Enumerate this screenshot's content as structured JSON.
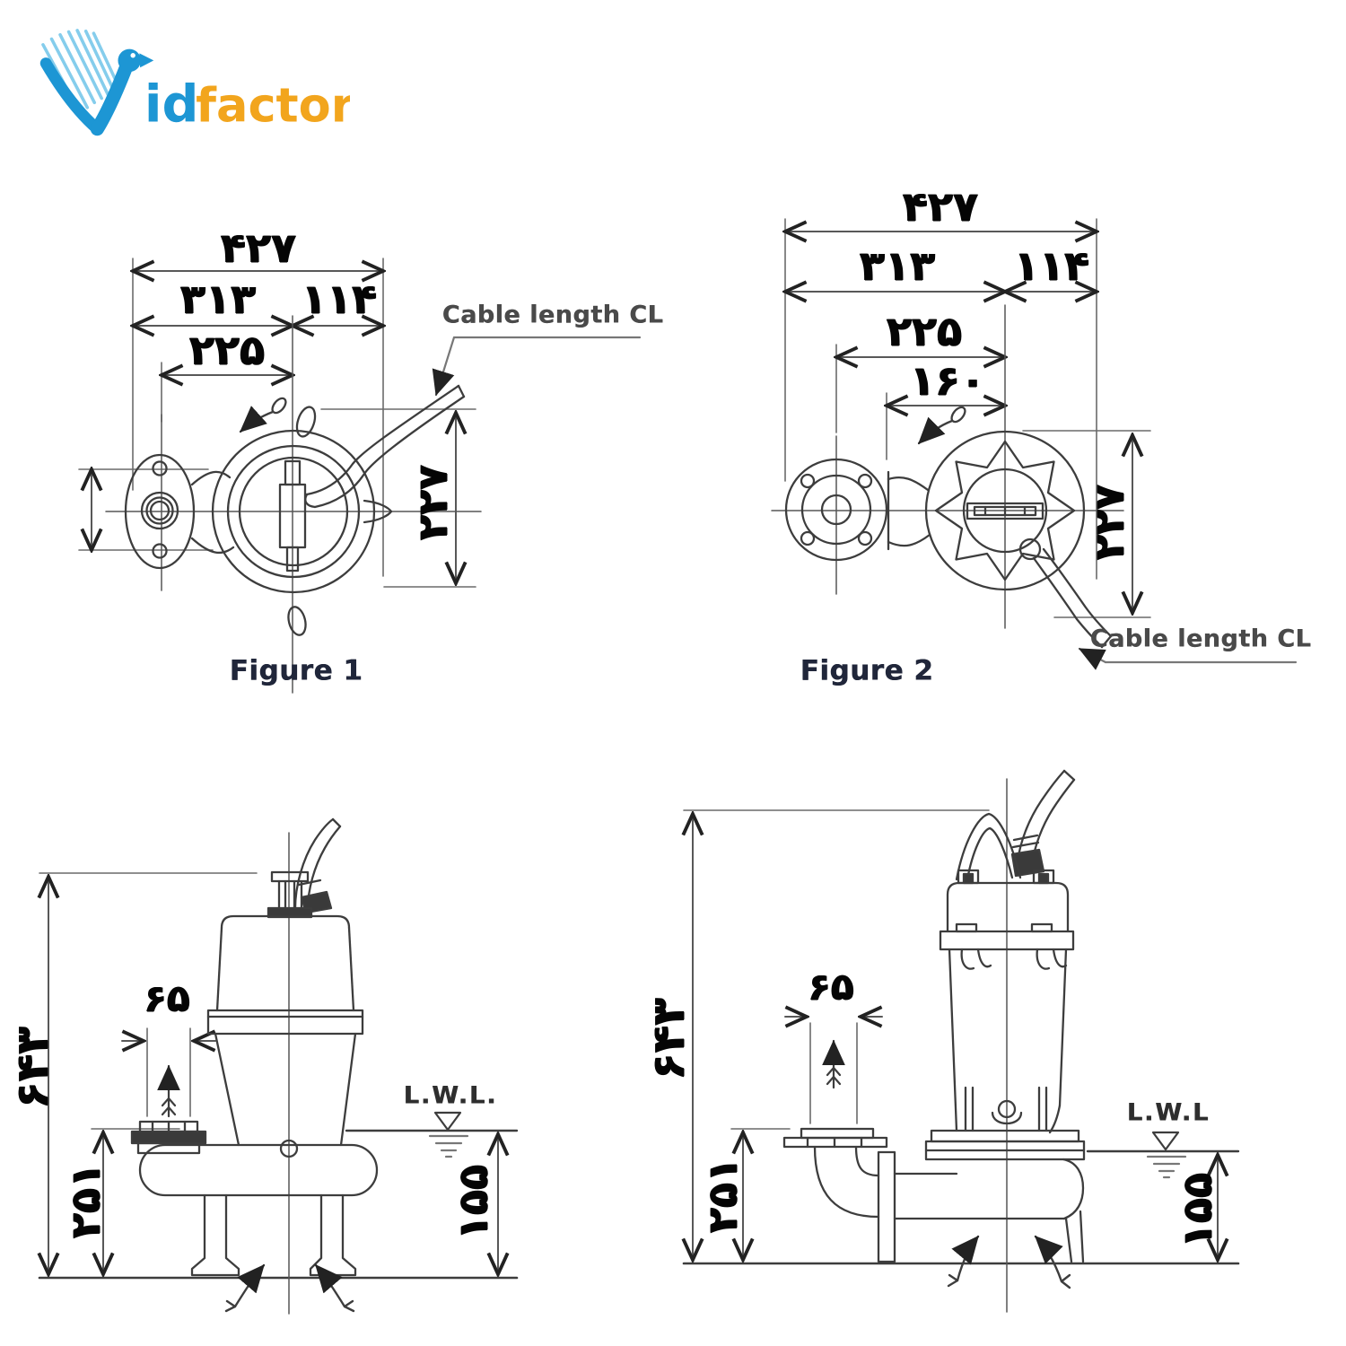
{
  "logo": {
    "vid": "id",
    "factor": "factor",
    "blue": "#1d96d4",
    "light_blue": "#85cdec",
    "orange": "#f2a51d"
  },
  "fig1": {
    "caption": "Figure 1",
    "cable_label": "Cable length CL",
    "d427": "۴۲۷",
    "d313": "۳۱۳",
    "d114": "۱۱۴",
    "d225": "۲۲۵",
    "d227": "۲۲۷"
  },
  "fig2": {
    "caption": "Figure 2",
    "cable_label": "Cable length CL",
    "d427": "۴۲۷",
    "d313": "۳۱۳",
    "d114": "۱۱۴",
    "d225": "۲۲۵",
    "d160": "۱۶۰",
    "d227": "۲۲۷"
  },
  "fig3": {
    "water_label": "L.W.L.",
    "d643": "۶۴۳",
    "d65": "۶۵",
    "d251": "۲۵۱",
    "d155": "۱۵۵"
  },
  "fig4": {
    "water_label": "L.W.L",
    "d643": "۶۴۳",
    "d65": "۶۵",
    "d251": "۲۵۱",
    "d155": "۱۵۵"
  }
}
